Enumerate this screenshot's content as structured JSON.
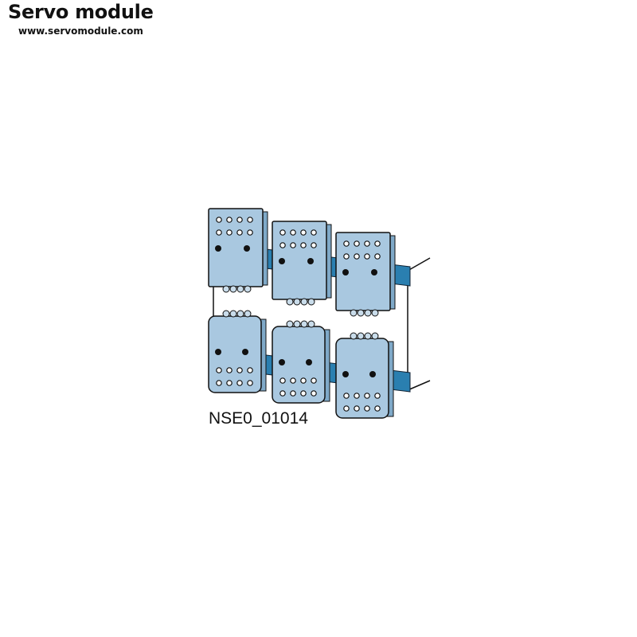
{
  "watermark": {
    "title": "Servo module",
    "url": "www.servomodule.com"
  },
  "figure": {
    "code": "NSE0_01014",
    "plate_color": "#a9c8e0",
    "rail_color": "#2a7fb0"
  }
}
